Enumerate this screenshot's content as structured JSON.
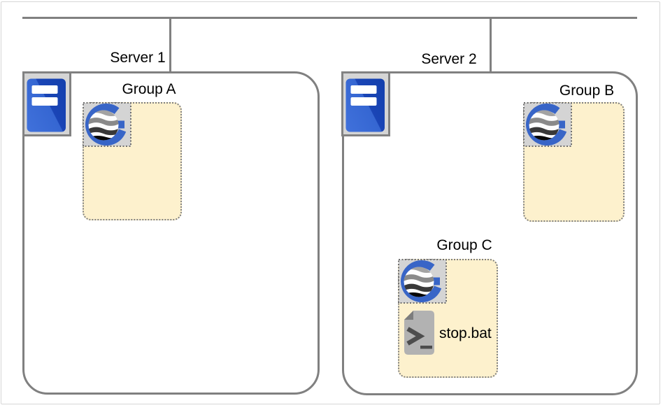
{
  "diagram": {
    "description": "Network diagram: two servers connected to a common network bus, each hosting gateway groups",
    "servers": [
      {
        "label": "Server 1",
        "icon": "server-icon",
        "groups": [
          {
            "label": "Group A",
            "icon": "geneos-gateway-icon",
            "items": []
          }
        ]
      },
      {
        "label": "Server 2",
        "icon": "server-icon",
        "groups": [
          {
            "label": "Group B",
            "icon": "geneos-gateway-icon",
            "items": []
          },
          {
            "label": "Group C",
            "icon": "geneos-gateway-icon",
            "items": [
              {
                "label": "stop.bat",
                "icon": "batch-script-icon"
              }
            ]
          }
        ]
      }
    ],
    "icons": {
      "server": "server-icon",
      "gateway": "geneos-gateway-icon",
      "script": "batch-script-icon"
    },
    "colors": {
      "connector_gray": "#808080",
      "group_fill": "#fdf1cd",
      "icon_tile_gray": "#d5d5d5",
      "gateway_blue": "#3865c7",
      "server_blue_light": "#3a6ad6",
      "server_blue_dark": "#1843b2",
      "script_gray": "#b2b2b2",
      "text": "#000000"
    }
  }
}
